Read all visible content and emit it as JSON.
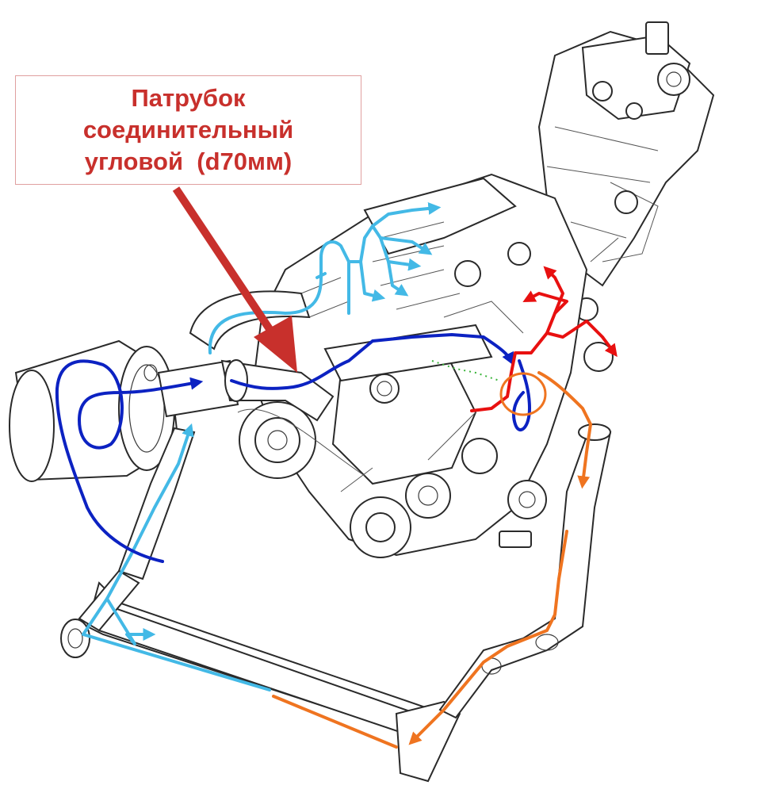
{
  "callout": {
    "lines": [
      "Патрубок",
      "соединительный",
      "угловой  (d70мм)"
    ]
  },
  "colors": {
    "label_text": "#c8302c",
    "pointer_arrow": "#c8302c",
    "cold_intake_flow": "#43b9e6",
    "intake_to_engine_flow": "#0c22c2",
    "exhaust_flow": "#e81010",
    "hot_return_flow": "#ef7420",
    "drawing_lines": "#2a2a2a"
  }
}
